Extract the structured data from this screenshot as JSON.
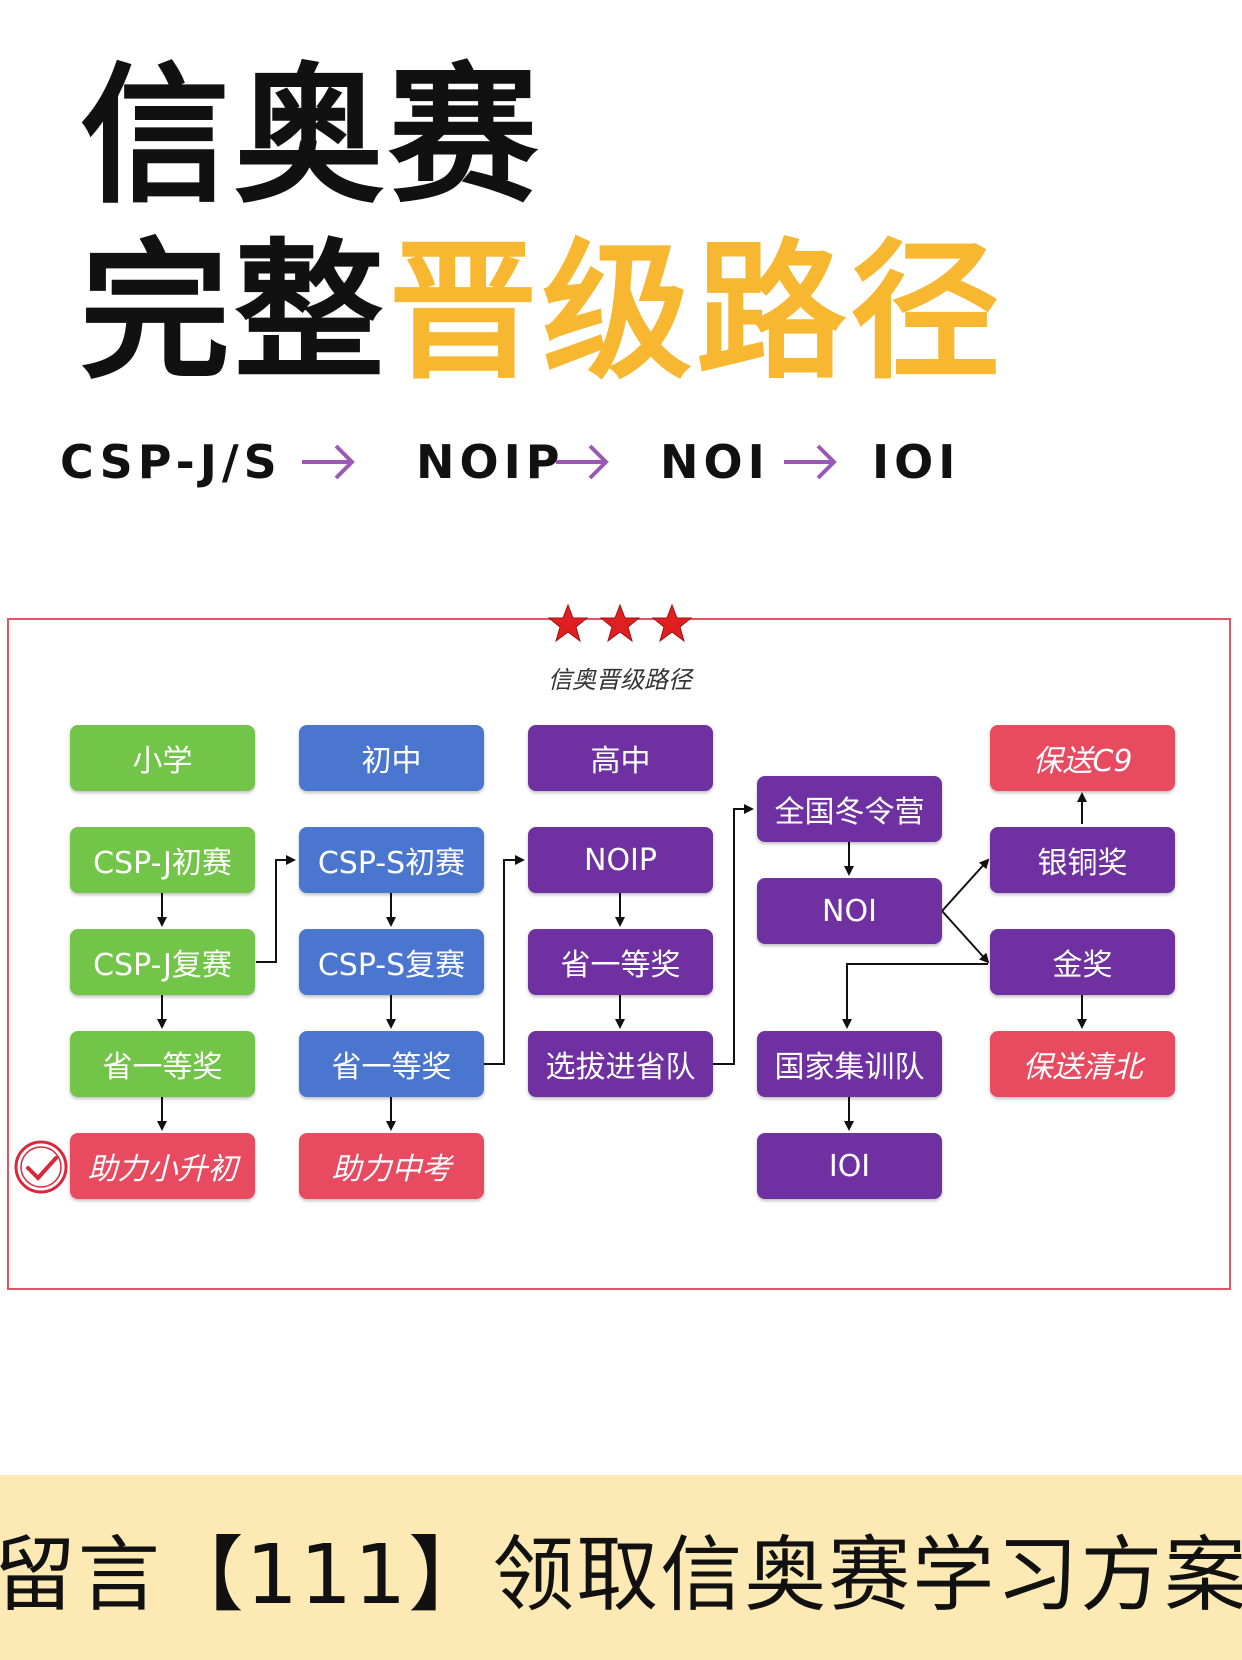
{
  "header": {
    "title_line1": "信奥赛",
    "title_line2_plain": "完整",
    "title_line2_highlight": "晋级路径",
    "highlight_color": "#f7b731"
  },
  "path": {
    "stages": [
      "CSP-J/S",
      "NOIP",
      "NOI",
      "IOI"
    ],
    "arrow_color": "#9b59b6"
  },
  "diagram": {
    "title": "信奥晋级路径",
    "colors": {
      "green": "#72c548",
      "blue": "#4a76cf",
      "purple": "#6f31a1",
      "red": "#e84a5f",
      "frame": "#e05566"
    },
    "columns": {
      "primary": [
        "小学",
        "CSP-J初赛",
        "CSP-J复赛",
        "省一等奖",
        "助力小升初"
      ],
      "middle": [
        "初中",
        "CSP-S初赛",
        "CSP-S复赛",
        "省一等奖",
        "助力中考"
      ],
      "high": [
        "高中",
        "NOIP",
        "省一等奖",
        "选拔进省队"
      ],
      "national": [
        "全国冬令营",
        "NOI",
        "国家集训队",
        "IOI"
      ],
      "awards": [
        "保送C9",
        "银铜奖",
        "金奖",
        "保送清北"
      ]
    }
  },
  "footer": {
    "text": "留言【111】领取信奥赛学习方案"
  }
}
